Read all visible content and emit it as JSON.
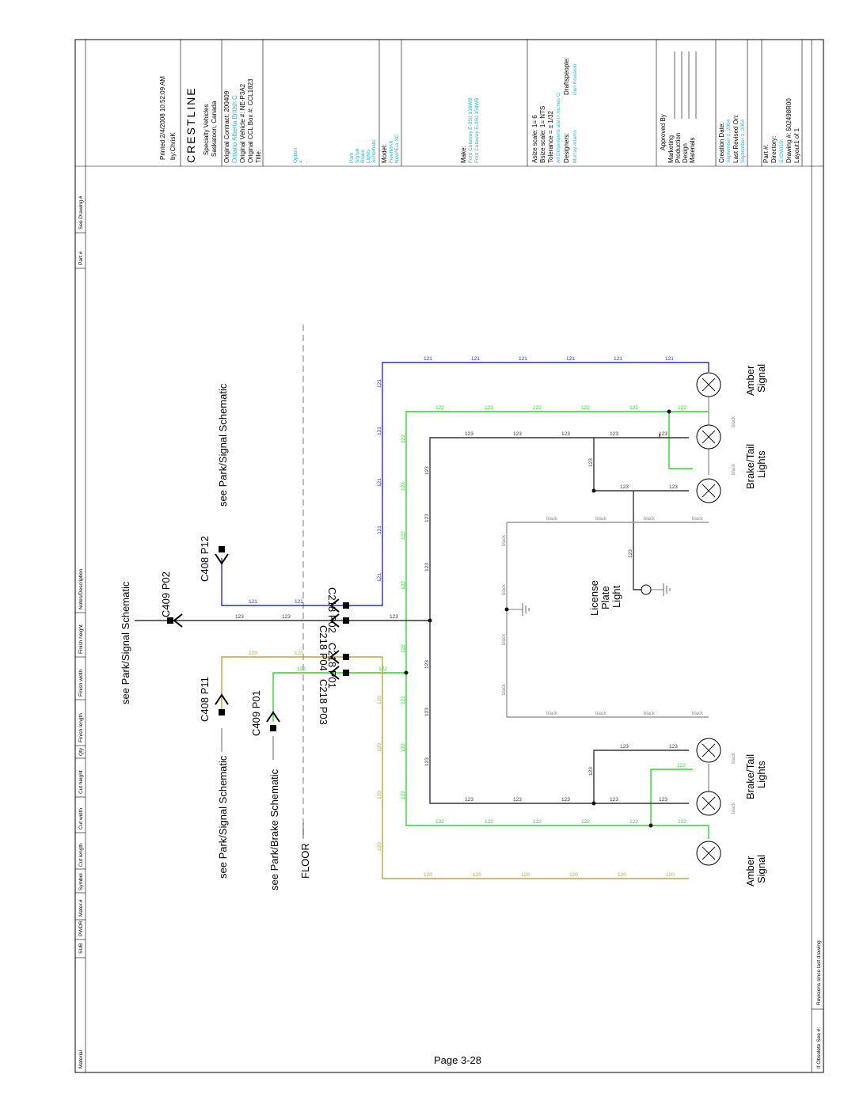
{
  "header": {
    "columns": [
      "SUB",
      "PWDR",
      "Mater.#",
      "Symbol",
      "Cut length",
      "Cut width",
      "Cut height",
      "Qty",
      "Finish length",
      "Finish width",
      "Finish height",
      "Notes/Description",
      "Part #",
      "See Drawing #"
    ],
    "left_label": "Material"
  },
  "footer": {
    "obsolete": "If Obsolete See #:",
    "revisions": "Revisions since last drawing:"
  },
  "page_number": "Page 3-28",
  "title_block": {
    "printed": "Printed:2/4/2008 10:52:09 AM",
    "by": "by:ChrisK",
    "logo": "CRESTLINE",
    "company_1": "Specialty Vehicles",
    "company_2": "Saskatoon, Canada",
    "original_contract": "Original Contract: 200409",
    "contract_value": "Ontario Alberta British C",
    "original_vehicle": "Original Vehicle #: NE-P3A2",
    "original_ccl": "Original CCL Box #: CCL1823",
    "title_label": "Title:",
    "title_values": [
      "Option",
      "4",
      "-",
      "Park",
      "Signal",
      "Brake",
      "Lights",
      "Schematic"
    ],
    "model_label": "Model:",
    "model_values": [
      "FleetMAX",
      "New*Era XC"
    ],
    "make_label": "Make:",
    "make_values": [
      "Ford Cutaway E-350 138WB",
      "Ford Cutaway E-350 158WB"
    ],
    "asize": "Asize scale: 1= 6",
    "bsize": "Bsize scale: 1= NTS",
    "tolerance": "Tolerance = ± 1/32",
    "tolerance_note": "All Dimensions are in Inches O",
    "designers": "Designers:",
    "draftspeople": "Draftspeople:",
    "designer_name": "Murray Adams",
    "draftsperson_name": "Dan Kowalski",
    "approved_by": "Approved By",
    "approvals": [
      "Marketing",
      "Production",
      "Design",
      "Materials"
    ],
    "creation_date_label": "Creation Date:",
    "creation_date": "September 1, 2004",
    "last_revised_label": "Last Revised On:",
    "last_revised": "September 1, 2004",
    "part_label": "Part #:",
    "directory_label": "Directory:",
    "directory": "S:\\DWGS\\",
    "drawing_no": "Drawing #: 502498R00",
    "layout": "Layout1 of 1"
  },
  "schematic": {
    "refs": {
      "park_signal_1": "see Park/Signal Schematic",
      "park_signal_2": "see Park/Signal Schematic",
      "park_signal_3": "see Park/Signal Schematic",
      "park_brake": "see Park/Brake Schematic",
      "floor": "FLOOR"
    },
    "connectors": {
      "c409_p02": "C409 P02",
      "c408_p12": "C408 P12",
      "c408_p11": "C408 P11",
      "c409_p01": "C409 P01",
      "c218_p02": "C218 P02",
      "c218_p04": "C218 P04",
      "c218_p01": "C218 P01",
      "c218_p03": "C218 P03"
    },
    "wire_labels": {
      "w120": "120",
      "w121": "121",
      "w122": "122",
      "w123": "123",
      "black": "black"
    },
    "lamps": {
      "amber_top": [
        "Amber",
        "Signal"
      ],
      "brake_top": [
        "Brake/Tail",
        "Lights"
      ],
      "license": [
        "License",
        "Plate",
        "Light"
      ],
      "brake_bottom": [
        "Brake/Tail",
        "Lights"
      ],
      "amber_bottom": [
        "Amber",
        "Signal"
      ]
    }
  }
}
